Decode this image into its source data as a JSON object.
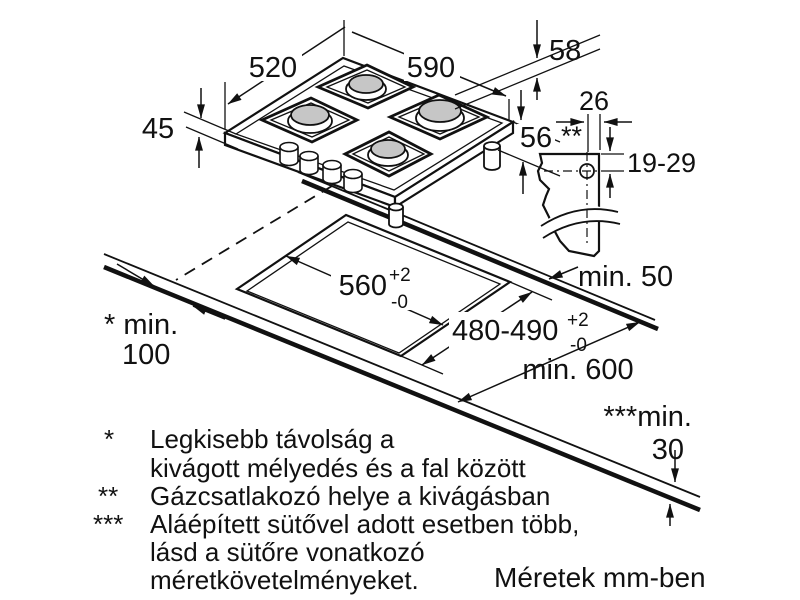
{
  "drawing": {
    "units_note": "Méretek mm-ben",
    "dims": {
      "hob_depth": "520",
      "hob_width": "590",
      "height_top": "58",
      "height_left": "45",
      "height_right": "56",
      "gas_marker": "**",
      "conn_offset": "26",
      "conn_range": "19-29",
      "cutout_width": "560",
      "cutout_depth": "480-490",
      "tol_plus": "+2",
      "tol_minus": "-0",
      "min_rear": "min. 50",
      "min_side_line1": "* min.",
      "min_side_line2": "100",
      "min_worktop_depth": "min. 600",
      "min_front_line1": "***min.",
      "min_front_line2": "30"
    },
    "footnotes": {
      "m1": "*",
      "t1a": "Legkisebb távolság a",
      "t1b": "kivágott mélyedés és a fal között",
      "m2": "**",
      "t2a": "Gázcsatlakozó helye a kivágásban",
      "m3": "***",
      "t3a": "Aláépített sütővel adott esetben több,",
      "t3b": "lásd a sütőre vonatkozó",
      "t3c": "méretkövetelményeket."
    }
  }
}
